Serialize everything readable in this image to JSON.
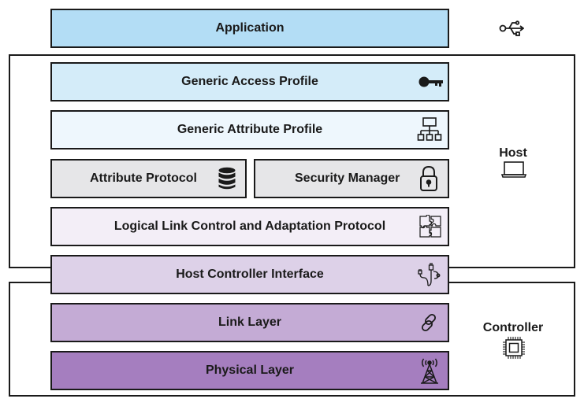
{
  "colors": {
    "application": "#b3ddf5",
    "gap": "#d4ecf9",
    "gatt": "#eef7fd",
    "att": "#e6e6e8",
    "sm": "#e6e6e8",
    "l2cap": "#f3eef7",
    "hci": "#ddd1e8",
    "link": "#c4abd5",
    "phy": "#a57ebf",
    "border": "#1a1a1a"
  },
  "layers": {
    "application": "Application",
    "gap": "Generic Access Profile",
    "gatt": "Generic Attribute Profile",
    "att": "Attribute Protocol",
    "sm": "Security Manager",
    "l2cap": "Logical Link Control and Adaptation Protocol",
    "hci": "Host Controller Interface",
    "link": "Link Layer",
    "phy": "Physical Layer"
  },
  "groups": {
    "host": "Host",
    "controller": "Controller"
  },
  "icons": {
    "application": "usb-icon",
    "gap": "key-icon",
    "gatt": "hierarchy-icon",
    "att": "database-icon",
    "sm": "padlock-icon",
    "l2cap": "puzzle-icon",
    "hci": "cable-plug-icon",
    "link": "chain-link-icon",
    "phy": "radio-tower-icon",
    "host": "laptop-icon",
    "controller": "chip-icon"
  }
}
